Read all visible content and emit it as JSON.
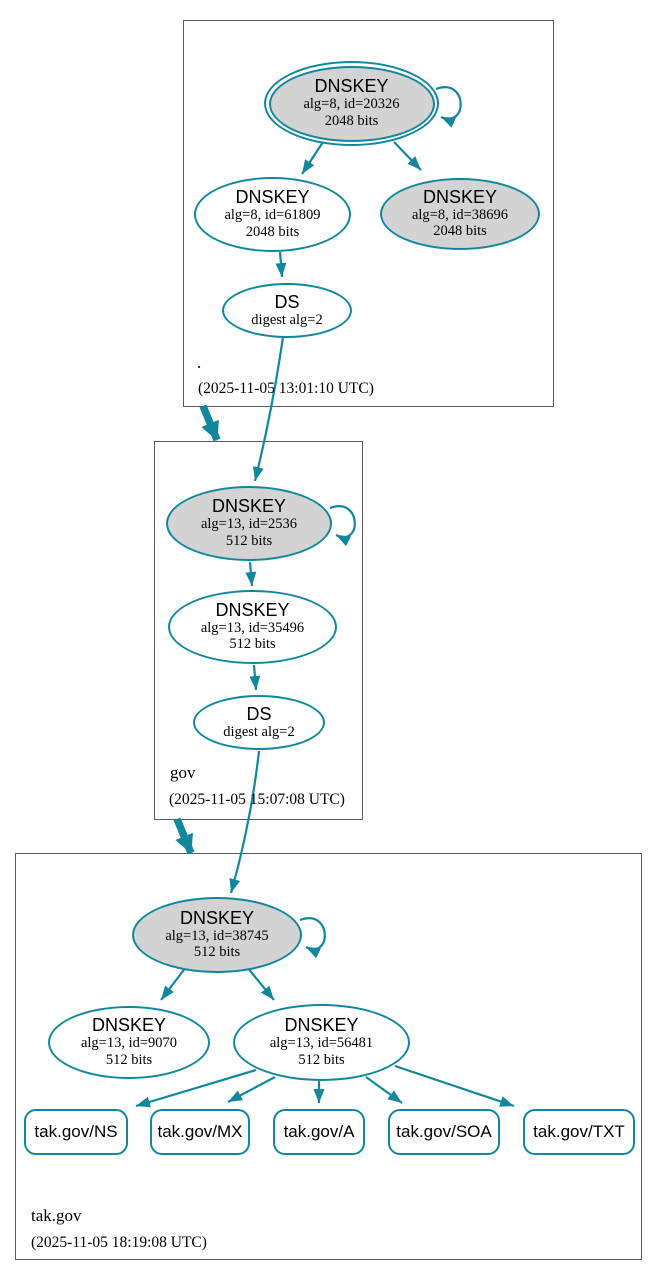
{
  "colors": {
    "accent": "#10879c",
    "ksk_fill": "#d3d3d3",
    "box_border": "#5b5b5b"
  },
  "zones": [
    {
      "label": ".",
      "timestamp": "(2025-11-05 13:01:10 UTC)",
      "nodes": {
        "ksk": {
          "title": "DNSKEY",
          "detail": "alg=8, id=20326",
          "bits": "2048 bits"
        },
        "zsk": {
          "title": "DNSKEY",
          "detail": "alg=8, id=61809",
          "bits": "2048 bits"
        },
        "standby": {
          "title": "DNSKEY",
          "detail": "alg=8, id=38696",
          "bits": "2048 bits"
        },
        "ds": {
          "title": "DS",
          "detail": "digest alg=2"
        }
      }
    },
    {
      "label": "gov",
      "timestamp": "(2025-11-05 15:07:08 UTC)",
      "nodes": {
        "ksk": {
          "title": "DNSKEY",
          "detail": "alg=13, id=2536",
          "bits": "512 bits"
        },
        "zsk": {
          "title": "DNSKEY",
          "detail": "alg=13, id=35496",
          "bits": "512 bits"
        },
        "ds": {
          "title": "DS",
          "detail": "digest alg=2"
        }
      }
    },
    {
      "label": "tak.gov",
      "timestamp": "(2025-11-05 18:19:08 UTC)",
      "nodes": {
        "ksk": {
          "title": "DNSKEY",
          "detail": "alg=13, id=38745",
          "bits": "512 bits"
        },
        "zsk1": {
          "title": "DNSKEY",
          "detail": "alg=13, id=9070",
          "bits": "512 bits"
        },
        "zsk2": {
          "title": "DNSKEY",
          "detail": "alg=13, id=56481",
          "bits": "512 bits"
        },
        "rrsets": [
          {
            "label": "tak.gov/NS"
          },
          {
            "label": "tak.gov/MX"
          },
          {
            "label": "tak.gov/A"
          },
          {
            "label": "tak.gov/SOA"
          },
          {
            "label": "tak.gov/TXT"
          }
        ]
      }
    }
  ]
}
